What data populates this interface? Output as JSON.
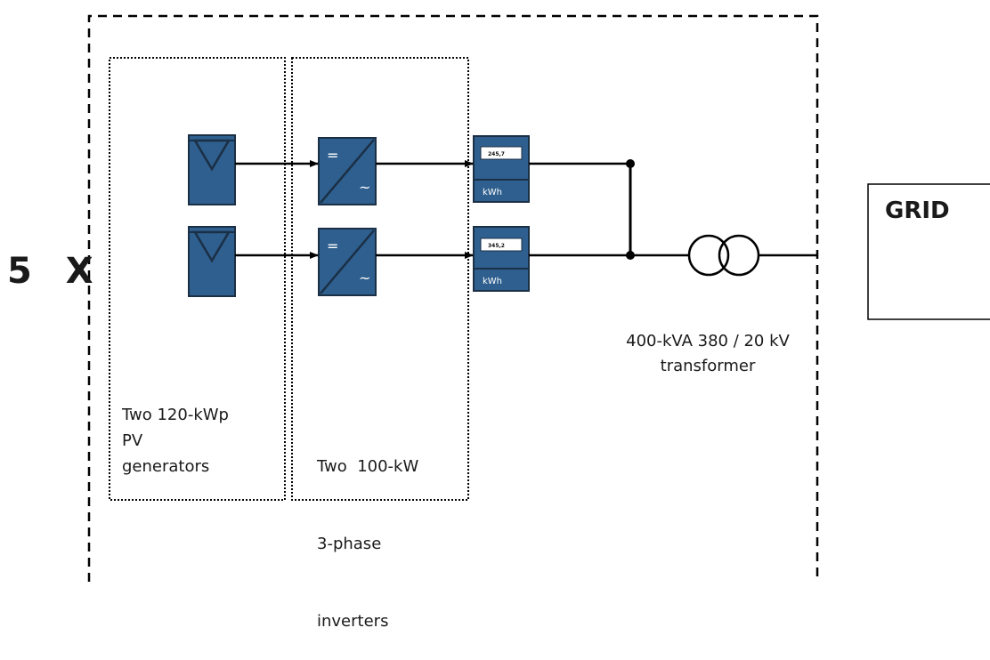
{
  "multiplier": "5  X",
  "grid": {
    "title": "GRID"
  },
  "pv_block": {
    "lines": [
      "Two 120-kWp",
      "PV",
      "generators"
    ]
  },
  "inverter_block": {
    "lines": [
      "Two  100-kW",
      "3-phase",
      "inverters"
    ]
  },
  "meters": [
    {
      "reading": "245,7",
      "unit": "kWh"
    },
    {
      "reading": "345,2",
      "unit": "kWh"
    }
  ],
  "inverter_symbols": {
    "dc": "=",
    "ac": "~"
  },
  "transformer": {
    "lines": [
      "400-kVA 380 / 20 kV",
      "transformer"
    ]
  },
  "colors": {
    "equipment_fill": "#2e5f8e",
    "equipment_stroke": "#1b2f45",
    "lines": "#000000"
  }
}
